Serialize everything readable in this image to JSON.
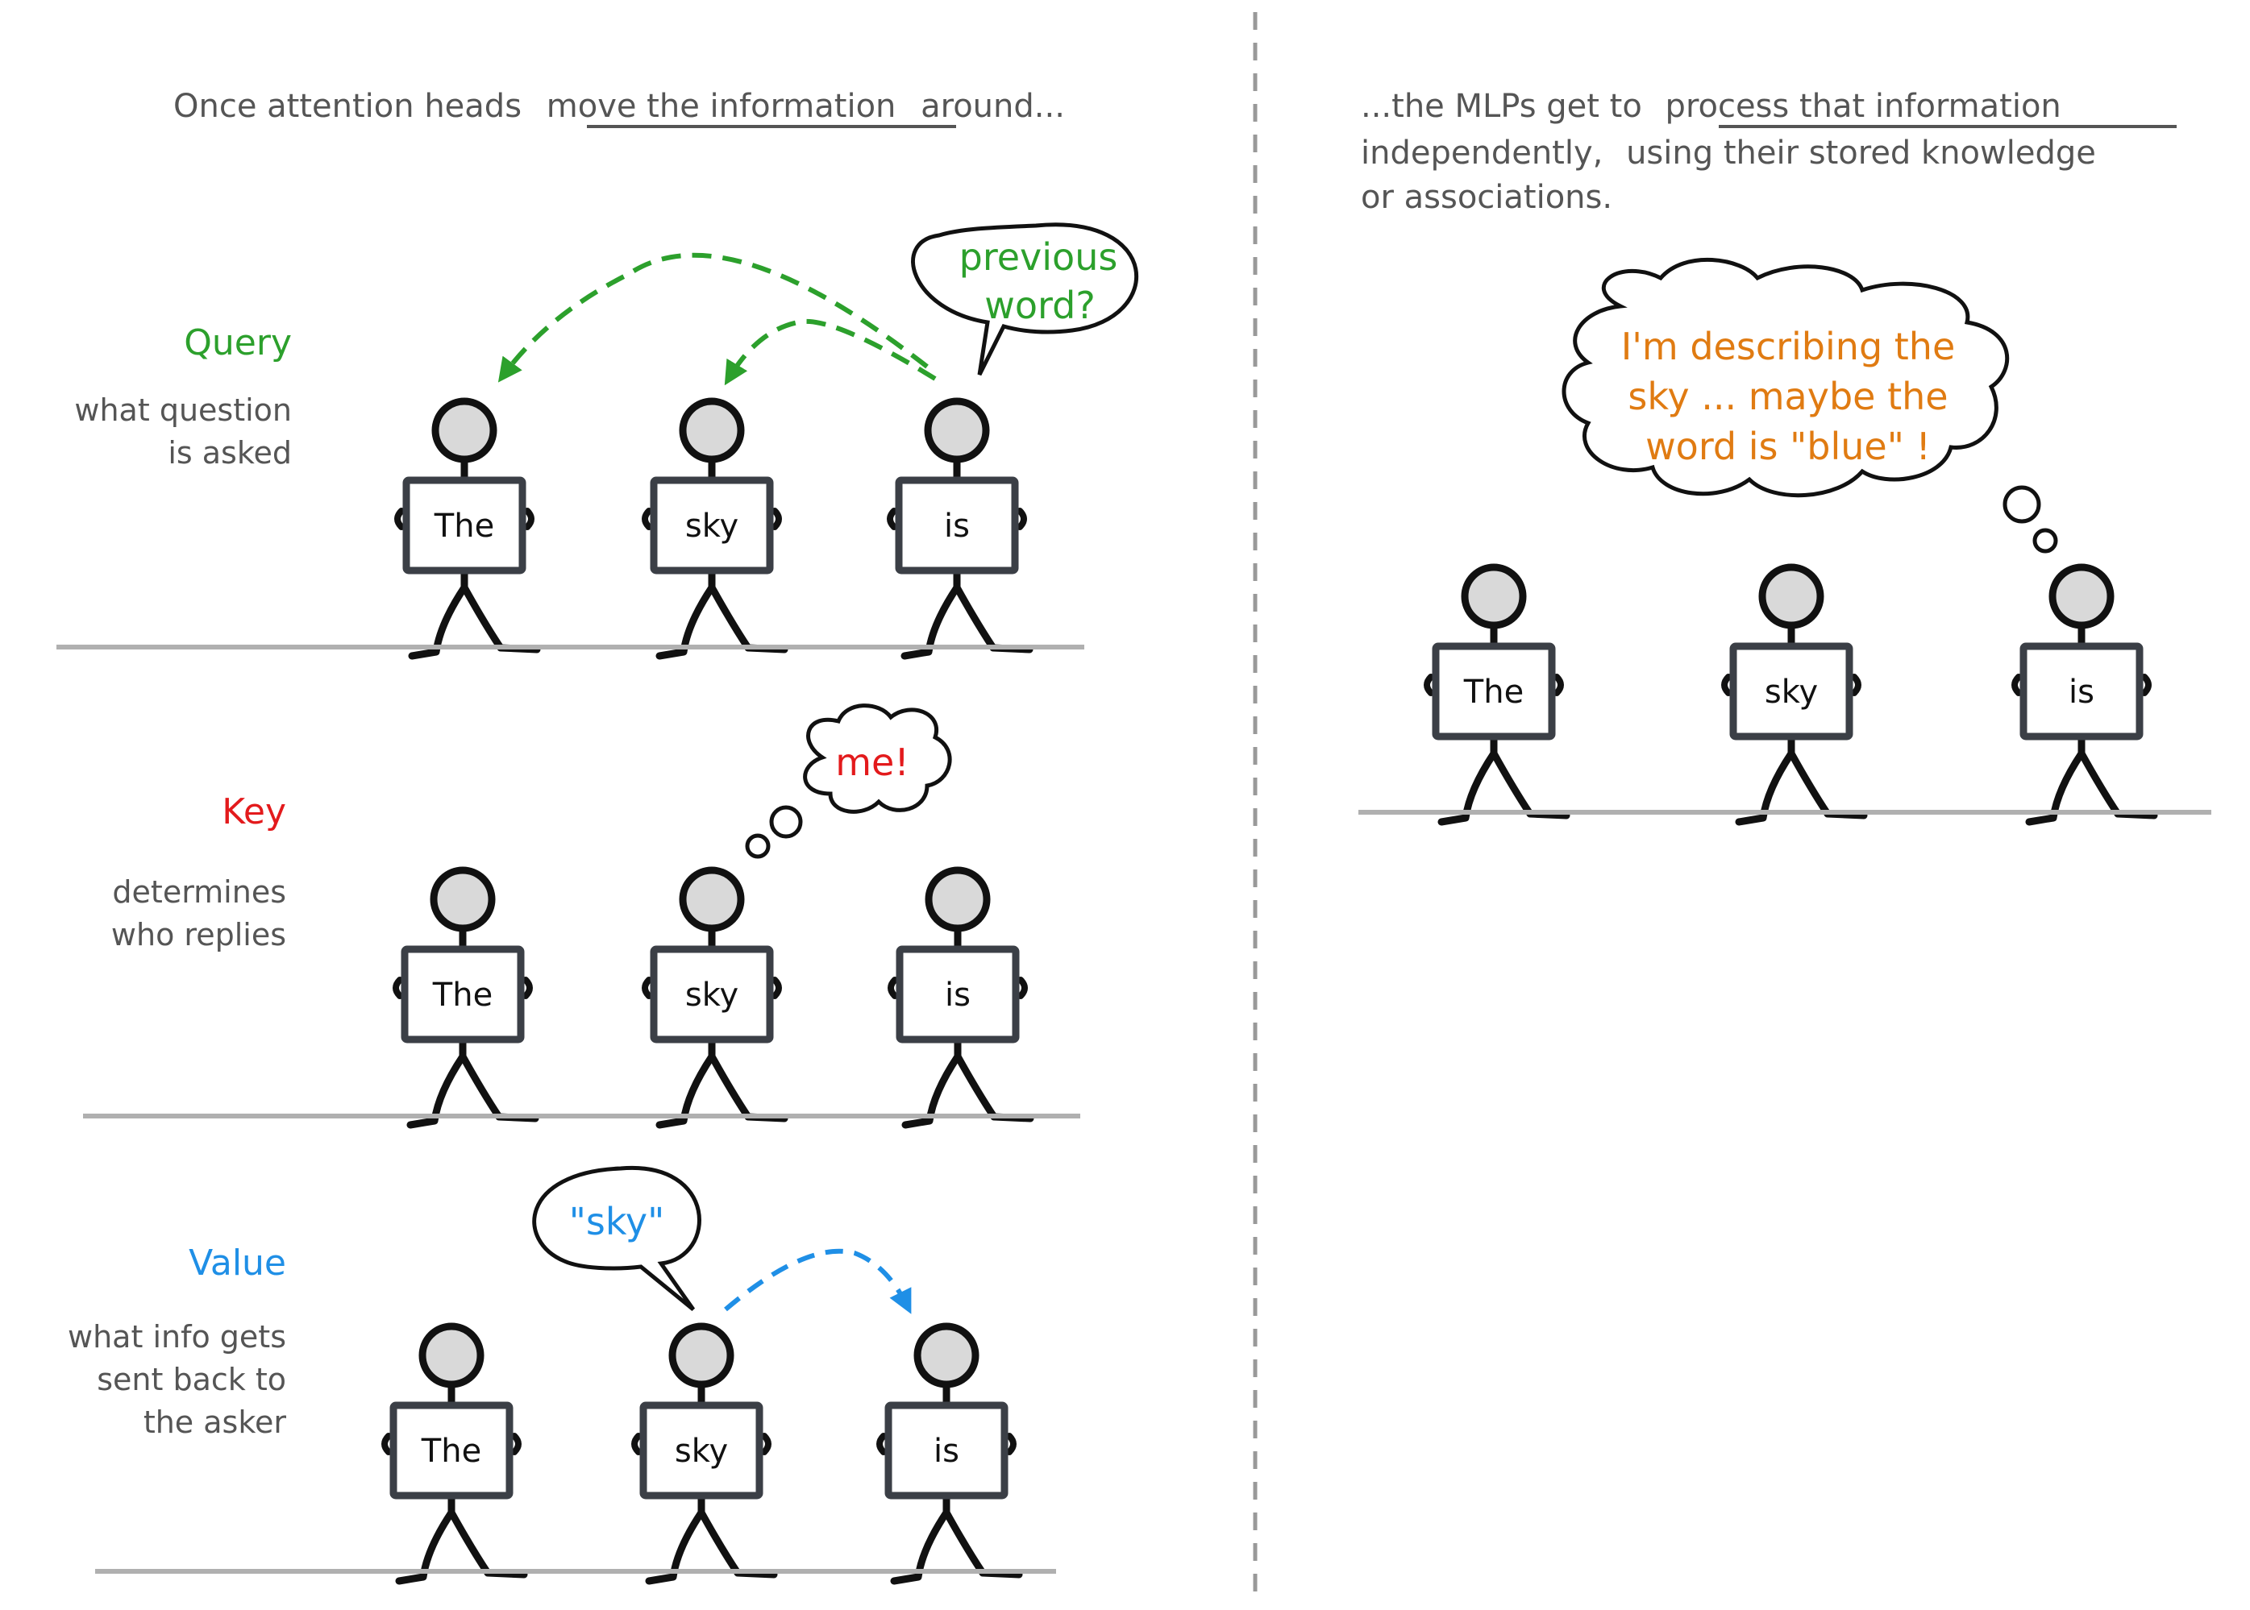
{
  "colors": {
    "query": "#2ca02c",
    "key": "#e31a1c",
    "value": "#1f8fe6",
    "mlp": "#e07b12",
    "text": "#555555",
    "figure_head": "#d9d9d9",
    "ground": "#b0b0b0"
  },
  "left_header": {
    "pre": "Once attention heads",
    "underlined": "move the information",
    "post": "around..."
  },
  "right_header": {
    "line1_pre": "...the MLPs get to",
    "line1_underlined": "process that information",
    "line2_underlined": "independently,",
    "line2_post": "using their stored knowledge",
    "line3": "or associations."
  },
  "rows": {
    "query": {
      "label": "Query",
      "desc1": "what question",
      "desc2": "is asked",
      "bubble1": "previous",
      "bubble2": "word?"
    },
    "key": {
      "label": "Key",
      "desc1": "determines",
      "desc2": "who replies",
      "bubble": "me!"
    },
    "value": {
      "label": "Value",
      "desc1": "what info gets",
      "desc2": "sent back to",
      "desc3": "the asker",
      "bubble": "\"sky\""
    }
  },
  "words": {
    "w1": "The",
    "w2": "sky",
    "w3": "is"
  },
  "mlp_thought": {
    "line1": "I'm describing the",
    "line2": "sky ... maybe the",
    "line3": "word is \"blue\" !"
  }
}
